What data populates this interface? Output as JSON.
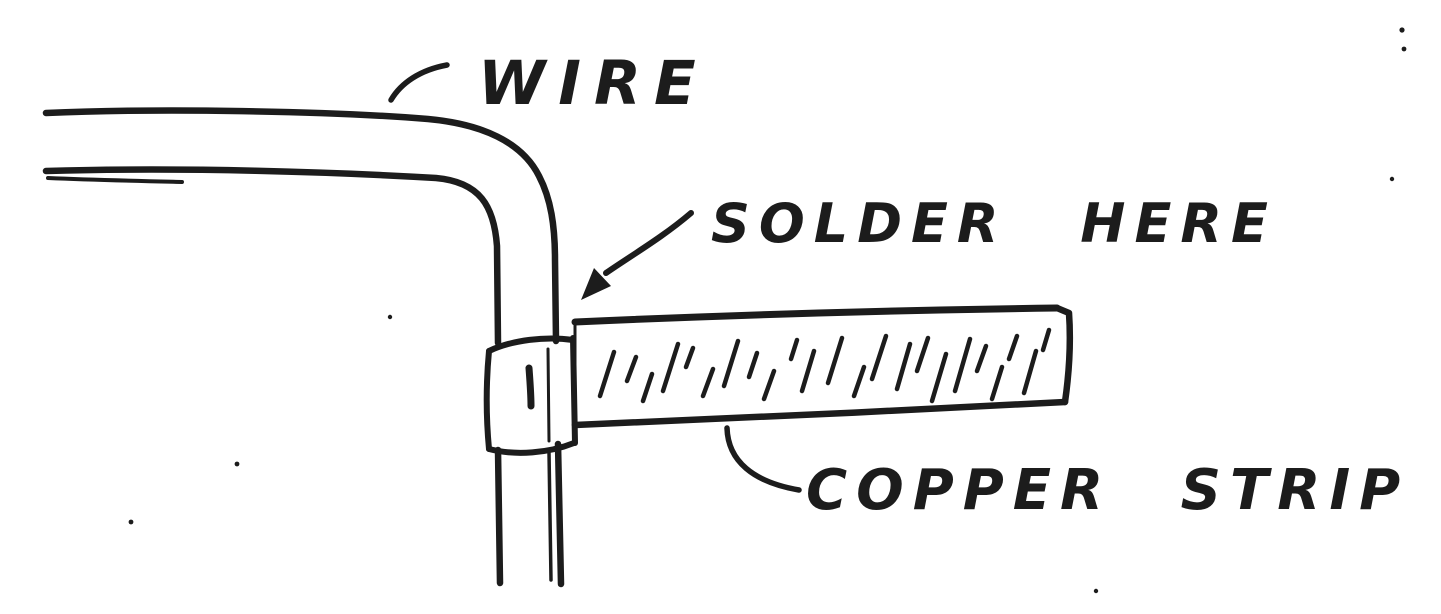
{
  "colors": {
    "ink": "#1c1c1c",
    "paper": "#ffffff"
  },
  "diagram": {
    "labels": {
      "wire": "WIRE",
      "solder_here": "SOLDER HERE",
      "copper_strip": "COPPER STRIP"
    }
  }
}
